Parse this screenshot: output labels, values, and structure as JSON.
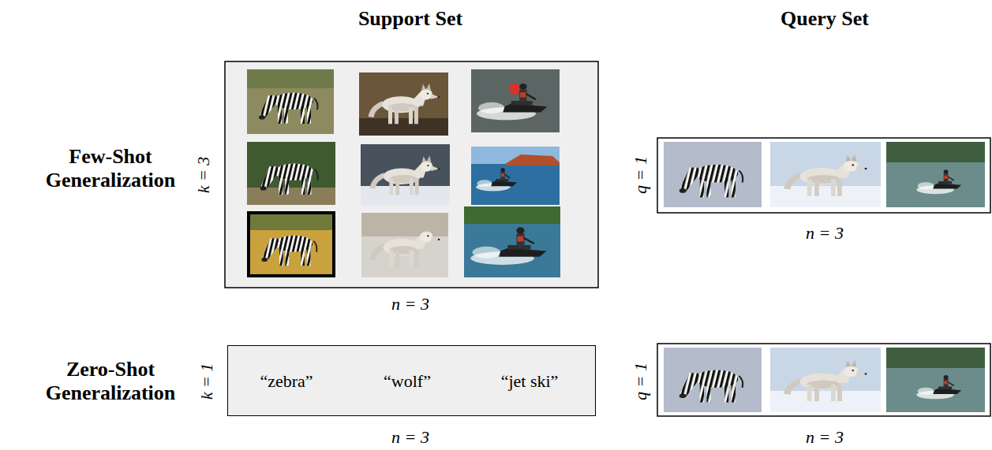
{
  "diagram": {
    "nodes": [
      {
        "text": [
          "“zebra”",
          "“wolf”",
          "“jet ski”"
        ]
      }
    ],
    "labels": [
      "Support Set",
      "Query Set",
      "Few-Shot Generalization",
      "k = 3",
      "n = 3",
      "q = 1",
      "n = 3",
      "Zero-Shot Generalization",
      "k = 1",
      "n = 3",
      "q = 1",
      "n = 3"
    ]
  }
}
